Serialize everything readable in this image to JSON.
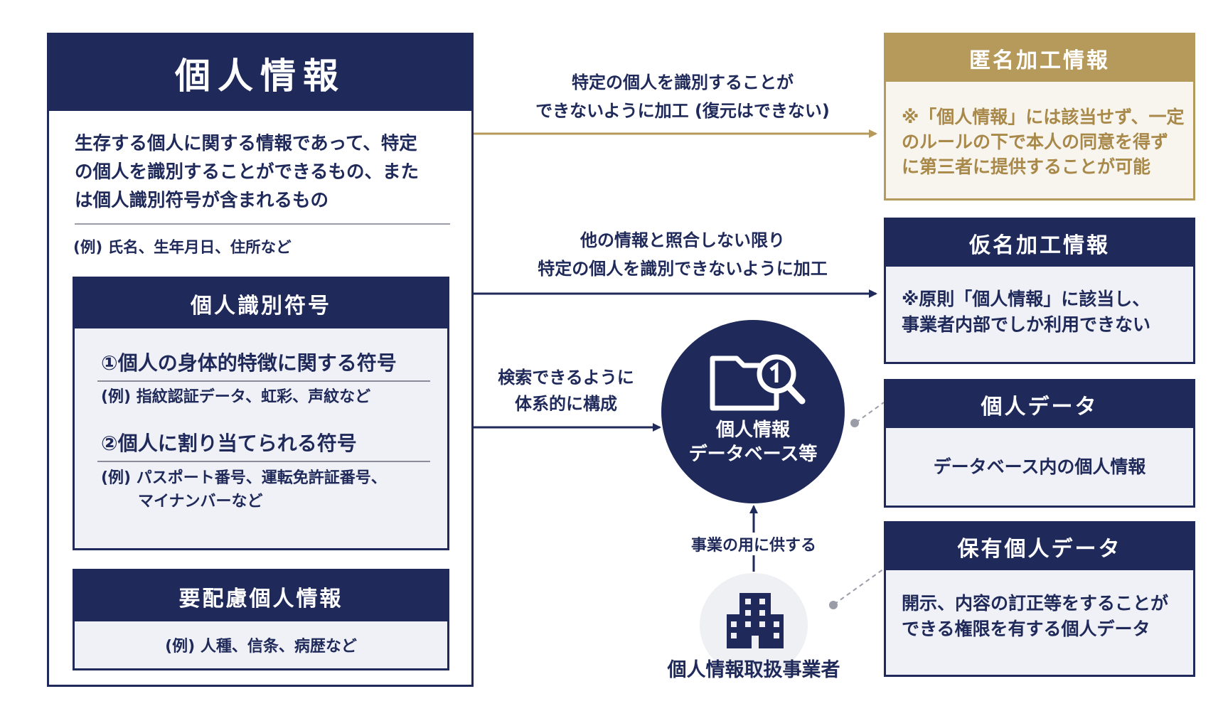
{
  "main": {
    "title": "個人情報",
    "definition_lines": [
      "生存する個人に関する情報であって、特定",
      "の個人を識別することができるもの、また",
      "は個人識別符号が含まれるもの"
    ],
    "example": "(例) 氏名、生年月日、住所など",
    "identifier_box": {
      "title": "個人識別符号",
      "item1_title": "①個人の身体的特徴に関する符号",
      "item1_example": "(例) 指紋認証データ、虹彩、声紋など",
      "item2_title": "②個人に割り当てられる符号",
      "item2_example_lines": [
        "(例) パスポート番号、運転免許証番号、",
        "マイナンバーなど"
      ]
    },
    "sensitive_box": {
      "title": "要配慮個人情報",
      "example": "(例) 人種、信条、病歴など"
    }
  },
  "arrows": {
    "anonymous_label_lines": [
      "特定の個人を識別することが",
      "できないように加工 (復元はできない)"
    ],
    "pseudonymous_label_lines": [
      "他の情報と照合しない限り",
      "特定の個人を識別できないように加工"
    ],
    "database_label_lines": [
      "検索できるように",
      "体系的に構成"
    ],
    "business_use_label": "事業の用に供する"
  },
  "database": {
    "icon": "folder-search-icon",
    "label_lines": [
      "個人情報",
      "データベース等"
    ]
  },
  "operator": {
    "icon": "building-icon",
    "label": "個人情報取扱事業者"
  },
  "right_boxes": {
    "anonymous": {
      "title": "匿名加工情報",
      "body_lines": [
        "※「個人情報」には該当せず、一定",
        "のルールの下で本人の同意を得ず",
        "に第三者に提供することが可能"
      ]
    },
    "pseudonymous": {
      "title": "仮名加工情報",
      "body_lines": [
        "※原則「個人情報」に該当し、",
        "事業者内部でしか利用できない"
      ]
    },
    "personal_data": {
      "title": "個人データ",
      "body": "データベース内の個人情報"
    },
    "retained_data": {
      "title": "保有個人データ",
      "body_lines": [
        "開示、内容の訂正等をすることが",
        "できる権限を有する個人データ"
      ]
    }
  },
  "colors": {
    "navy": "#1f2a5a",
    "gold": "#b59a5c",
    "light_panel": "#f0f1f6",
    "connector_gray": "#9a9ca8"
  }
}
